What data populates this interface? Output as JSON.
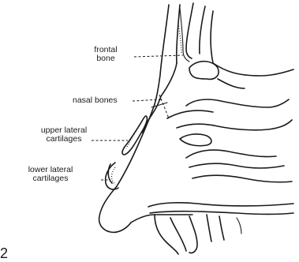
{
  "labels": {
    "frontal_bone": [
      "frontal",
      "bone"
    ],
    "nasal_bones": [
      "nasal bones"
    ],
    "upper_lateral_cartilages": [
      "upper lateral",
      "cartilages"
    ],
    "lower_lateral_cartilages": [
      "lower lateral",
      "cartilages"
    ]
  },
  "figure_number": "2"
}
